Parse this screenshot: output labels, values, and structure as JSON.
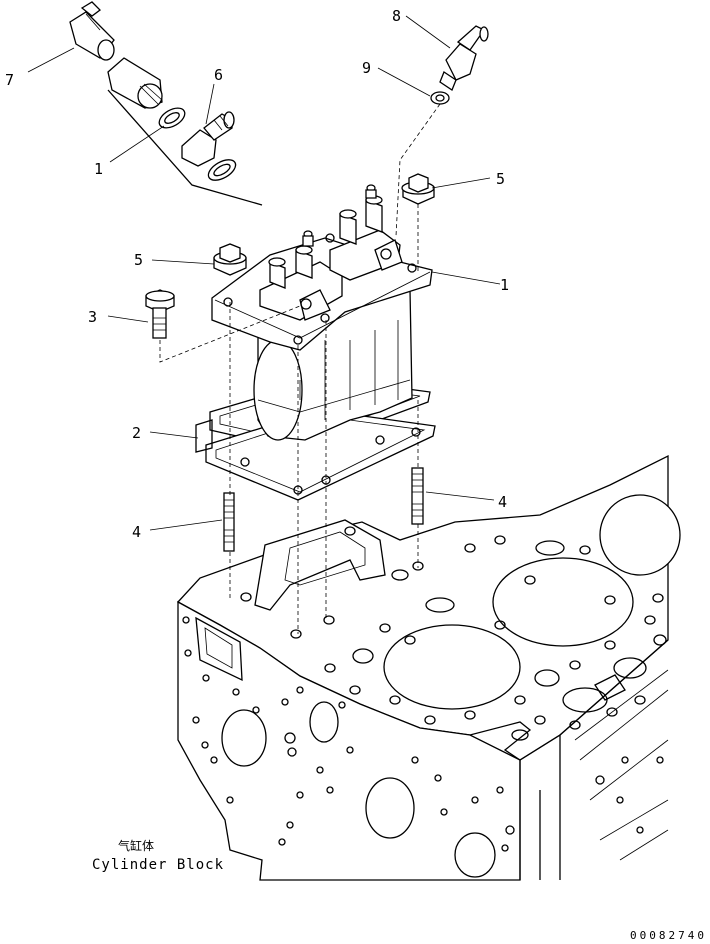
{
  "caption": {
    "chinese": "气缸体",
    "english": "Cylinder Block"
  },
  "drawing_code": "00082740",
  "callouts": [
    {
      "id": "c7",
      "text": "7"
    },
    {
      "id": "c6",
      "text": "6"
    },
    {
      "id": "c1a",
      "text": "1"
    },
    {
      "id": "c8",
      "text": "8"
    },
    {
      "id": "c9",
      "text": "9"
    },
    {
      "id": "c5a",
      "text": "5"
    },
    {
      "id": "c5b",
      "text": "5"
    },
    {
      "id": "c1b",
      "text": "1"
    },
    {
      "id": "c3",
      "text": "3"
    },
    {
      "id": "c2",
      "text": "2"
    },
    {
      "id": "c4a",
      "text": "4"
    },
    {
      "id": "c4b",
      "text": "4"
    }
  ]
}
